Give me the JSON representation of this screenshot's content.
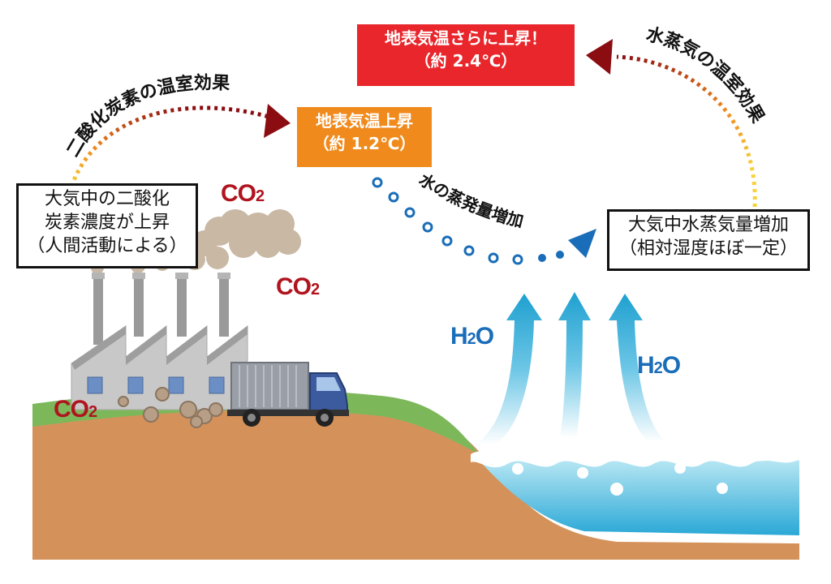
{
  "arcs": {
    "co2_greenhouse": "二酸化炭素の温室効果",
    "water_vapor_greenhouse": "水蒸気の温室効果",
    "evaporation": "水の蒸発量増加"
  },
  "boxes": {
    "co2_rise": [
      "大気中の二酸化",
      "炭素濃度が上昇",
      "（人間活動による）"
    ],
    "temp_rise": [
      "地表気温上昇",
      "（約 1.2℃）"
    ],
    "temp_rise_more": [
      "地表気温さらに上昇！",
      "（約 2.4℃）"
    ],
    "vapor_increase": [
      "大気中水蒸気量増加",
      "（相対湿度ほぼ一定）"
    ]
  },
  "labels": {
    "co2_main": "CO",
    "co2_sub": "2",
    "h2o_h": "H",
    "h2o_sub": "2",
    "h2o_o": "O"
  },
  "colors": {
    "orange": "#f08a1c",
    "red": "#e8262b",
    "dark_red": "#8b0d12",
    "water_blue": "#1a6db8",
    "grass": "#7cb85a",
    "soil": "#d4925a"
  }
}
